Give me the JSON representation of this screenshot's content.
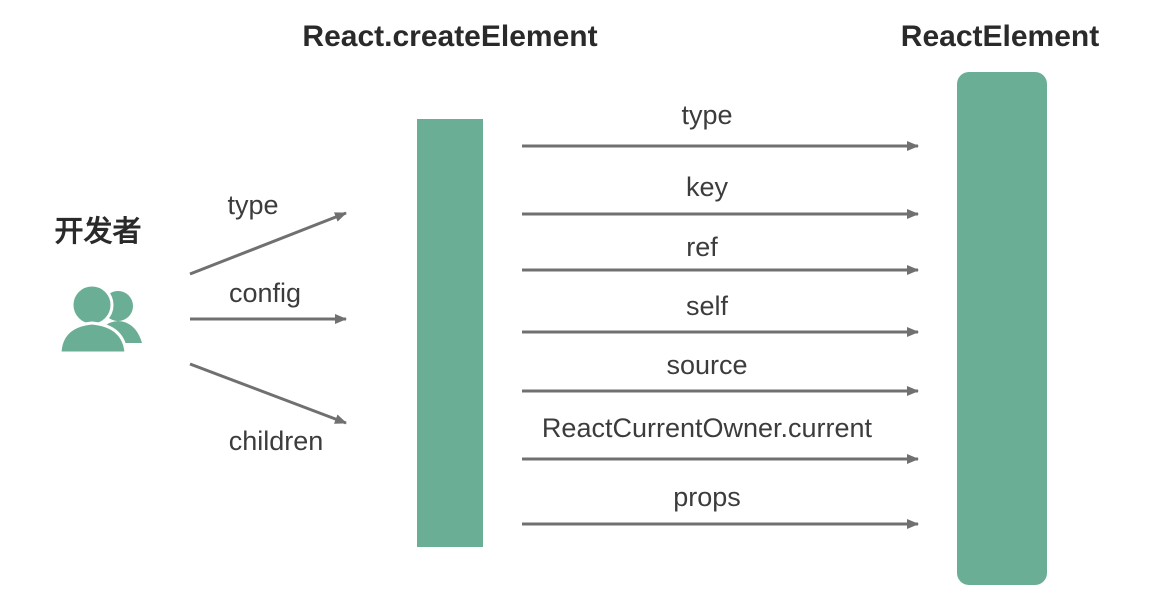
{
  "titles": {
    "create_element": "React.createElement",
    "react_element": "ReactElement"
  },
  "developer": {
    "label": "开发者",
    "icon": "users-icon"
  },
  "inputs": [
    "type",
    "config",
    "children"
  ],
  "outputs": [
    "type",
    "key",
    "ref",
    "self",
    "source",
    "ReactCurrentOwner.current",
    "props"
  ],
  "colors": {
    "accent": "#6aaf95",
    "arrow": "#707070",
    "text": "#3c3c3c"
  }
}
